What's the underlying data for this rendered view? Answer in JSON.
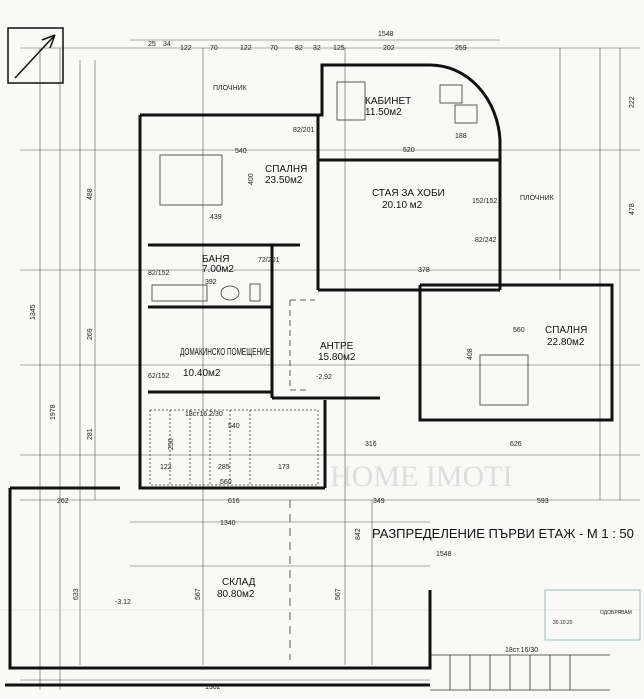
{
  "title": "РАЗПРЕДЕЛЕНИЕ ПЪРВИ ЕТАЖ - М 1 : 50",
  "watermark": "HOME IMOTI",
  "rooms": [
    {
      "name": "КАБИНЕТ",
      "area": "11.50м2"
    },
    {
      "name": "СПАЛНЯ",
      "area": "23.50м2"
    },
    {
      "name": "СТАЯ ЗА ХОБИ",
      "area": "20.10 м2"
    },
    {
      "name": "БАНЯ",
      "area": "7.00м2"
    },
    {
      "name": "ДОМАКИНСКО ПОМЕЩЕНИЕ",
      "area": "10.40м2"
    },
    {
      "name": "АНТРЕ",
      "area": "15.80м2"
    },
    {
      "name": "СПАЛНЯ",
      "area": "22.80м2"
    },
    {
      "name": "СКЛАД",
      "area": "80.80м2"
    }
  ],
  "labels": {
    "sidewalk_left": "ПЛОЧНИК",
    "sidewalk_right": "ПЛОЧНИК",
    "stairs_upper": "18ст16.2/30",
    "stairs_lower": "18ст.16/30",
    "level_antre": "-2.92",
    "level_sklad": "-3.12",
    "stamp_text": "ОДОБРЯВАМ",
    "stamp_date": "30.10.20"
  },
  "dimensions": {
    "top": [
      "25",
      "34",
      "122",
      "70",
      "122",
      "70",
      "82",
      "32",
      "125",
      "202",
      "259"
    ],
    "overall_top": "1548",
    "overall_bottom": "1548",
    "left": [
      "1345",
      "1978",
      "488",
      "269",
      "281",
      "633"
    ],
    "right": [
      "478",
      "222"
    ],
    "interior": [
      "540",
      "439",
      "400",
      "392",
      "520",
      "378",
      "188",
      "560",
      "408",
      "626",
      "316",
      "349",
      "593",
      "616",
      "1340",
      "262",
      "567",
      "567",
      "842",
      "1362",
      "540",
      "250",
      "122",
      "173",
      "285",
      "560"
    ],
    "doors": [
      "82/201",
      "72/201",
      "82/242",
      "62/152",
      "82/152",
      "152/152"
    ]
  }
}
